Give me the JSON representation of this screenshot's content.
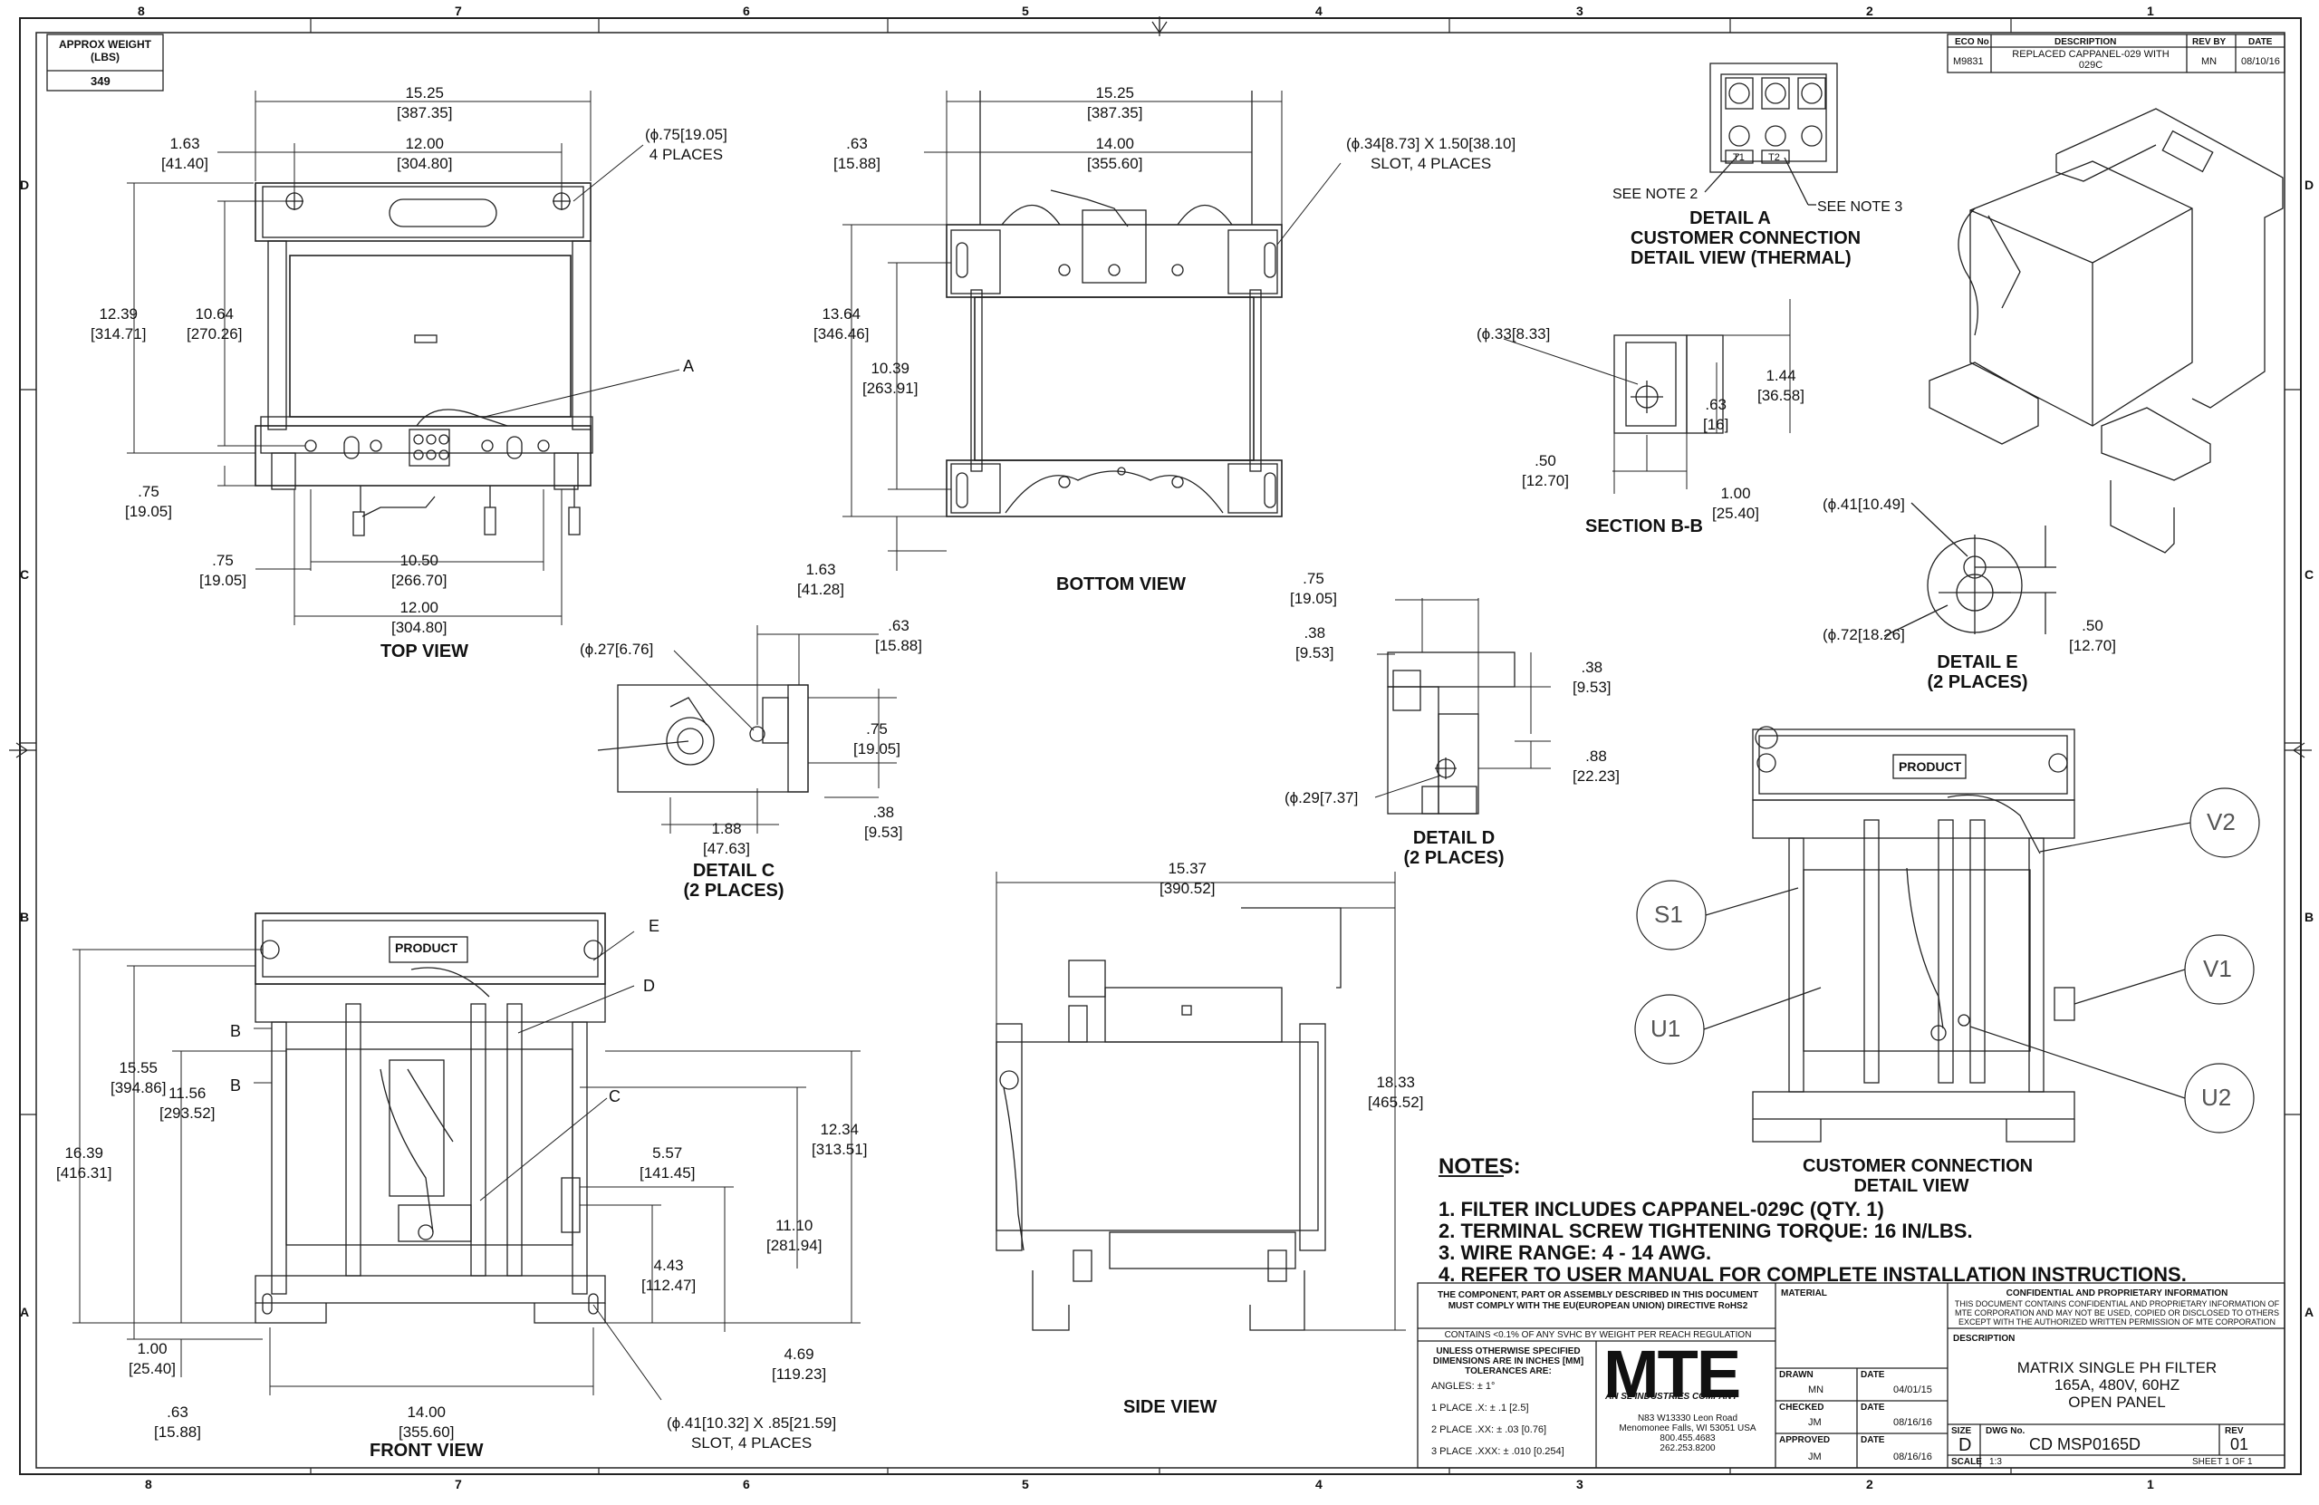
{
  "zones": {
    "columns": [
      "8",
      "7",
      "6",
      "5",
      "4",
      "3",
      "2",
      "1"
    ],
    "rows": [
      "D",
      "C",
      "B",
      "A"
    ]
  },
  "weight_box": {
    "title": "APPROX WEIGHT (LBS)",
    "value": "349"
  },
  "revision": {
    "headers": [
      "ECO No",
      "DESCRIPTION",
      "REV BY",
      "DATE"
    ],
    "row": [
      "M9831",
      "REPLACED CAPPANEL-029 WITH 029C",
      "MN",
      "08/10/16"
    ]
  },
  "views": {
    "top": "TOP VIEW",
    "bottom": "BOTTOM VIEW",
    "front": "FRONT VIEW",
    "side": "SIDE VIEW",
    "detail_a": [
      "DETAIL A",
      "CUSTOMER CONNECTION",
      "DETAIL VIEW (THERMAL)"
    ],
    "section_bb": "SECTION B-B",
    "detail_c": [
      "DETAIL C",
      "(2 PLACES)"
    ],
    "detail_d": [
      "DETAIL D",
      "(2 PLACES)"
    ],
    "detail_e": [
      "DETAIL E",
      "(2 PLACES)"
    ],
    "customer_conn": [
      "CUSTOMER CONNECTION",
      "DETAIL VIEW"
    ]
  },
  "detail_a_notes": {
    "note2": "SEE NOTE 2",
    "note3": "SEE NOTE 3",
    "t1": "T1",
    "t2": "T2"
  },
  "callouts": {
    "A": "A",
    "B": "B",
    "C": "C",
    "D": "D",
    "E": "E"
  },
  "product_label": "PRODUCT",
  "terminals": {
    "s1": "S1",
    "u1": "U1",
    "v1": "V1",
    "v2": "V2",
    "u2": "U2"
  },
  "dims": {
    "top_w1": [
      "15.25",
      "[387.35]"
    ],
    "top_w2": [
      "12.00",
      "[304.80]"
    ],
    "top_163": [
      "1.63",
      "[41.40]"
    ],
    "top_hole": [
      "(ϕ.75[19.05]",
      "4 PLACES"
    ],
    "top_h1": [
      "12.39",
      "[314.71]"
    ],
    "top_h2": [
      "10.64",
      "[270.26]"
    ],
    "top_075a": [
      ".75",
      "[19.05]"
    ],
    "top_075b": [
      ".75",
      "[19.05]"
    ],
    "top_1050": [
      "10.50",
      "[266.70]"
    ],
    "top_1200": [
      "12.00",
      "[304.80]"
    ],
    "bot_w1": [
      "15.25",
      "[387.35]"
    ],
    "bot_w2": [
      "14.00",
      "[355.60]"
    ],
    "bot_063": [
      ".63",
      "[15.88]"
    ],
    "bot_slot": [
      "(ϕ.34[8.73] X 1.50[38.10]",
      "SLOT, 4 PLACES"
    ],
    "bot_h1": [
      "13.64",
      "[346.46]"
    ],
    "bot_h2": [
      "10.39",
      "[263.91]"
    ],
    "bot_163": [
      "1.63",
      "[41.28]"
    ],
    "sbb_hole": [
      "(ϕ.33[8.33]"
    ],
    "sbb_144": [
      "1.44",
      "[36.58]"
    ],
    "sbb_063": [
      ".63",
      "[16]"
    ],
    "sbb_050": [
      ".50",
      "[12.70]"
    ],
    "sbb_100": [
      "1.00",
      "[25.40]"
    ],
    "de_041": [
      "(ϕ.41[10.49]"
    ],
    "de_072": [
      "(ϕ.72[18.26]"
    ],
    "de_050": [
      ".50",
      "[12.70]"
    ],
    "dc_027": [
      "(ϕ.27[6.76]"
    ],
    "dc_063": [
      ".63",
      "[15.88]"
    ],
    "dc_075": [
      ".75",
      "[19.05]"
    ],
    "dc_038": [
      ".38",
      "[9.53]"
    ],
    "dc_188": [
      "1.88",
      "[47.63]"
    ],
    "dd_075": [
      ".75",
      "[19.05]"
    ],
    "dd_038a": [
      ".38",
      "[9.53]"
    ],
    "dd_038b": [
      ".38",
      "[9.53]"
    ],
    "dd_088": [
      ".88",
      "[22.23]"
    ],
    "dd_029": [
      "(ϕ.29[7.37]"
    ],
    "fr_1639": [
      "16.39",
      "[416.31]"
    ],
    "fr_1555": [
      "15.55",
      "[394.86]"
    ],
    "fr_1156": [
      "11.56",
      "[293.52]"
    ],
    "fr_557": [
      "5.57",
      "[141.45]"
    ],
    "fr_443": [
      "4.43",
      "[112.47]"
    ],
    "fr_1234": [
      "12.34",
      "[313.51]"
    ],
    "fr_1110": [
      "11.10",
      "[281.94]"
    ],
    "fr_469": [
      "4.69",
      "[119.23]"
    ],
    "fr_100": [
      "1.00",
      "[25.40]"
    ],
    "fr_063": [
      ".63",
      "[15.88]"
    ],
    "fr_1400": [
      "14.00",
      "[355.60]"
    ],
    "fr_slot": [
      "(ϕ.41[10.32] X .85[21.59]",
      "SLOT, 4 PLACES"
    ],
    "sd_1537": [
      "15.37",
      "[390.52]"
    ],
    "sd_1833": [
      "18.33",
      "[465.52]"
    ]
  },
  "notes": {
    "title": "NOTES:",
    "items": [
      "1.  FILTER INCLUDES CAPPANEL-029C (QTY. 1)",
      "2.  TERMINAL SCREW TIGHTENING TORQUE: 16 IN/LBS.",
      "3.  WIRE RANGE: 4 - 14 AWG.",
      "4.  REFER TO USER MANUAL FOR COMPLETE INSTALLATION INSTRUCTIONS."
    ]
  },
  "title_block": {
    "rohs": "THE COMPONENT, PART OR ASSEMBLY DESCRIBED IN THIS DOCUMENT MUST COMPLY WITH THE EU(EUROPEAN UNION) DIRECTIVE RoHS2",
    "reach": "CONTAINS <0.1% OF ANY SVHC BY WEIGHT PER REACH REGULATION",
    "tol_head": "UNLESS OTHERWISE SPECIFIED DIMENSIONS ARE IN INCHES [MM] TOLERANCES ARE:",
    "tol": [
      "ANGLES: ± 1°",
      "1 PLACE .X: ± .1 [2.5]",
      "2 PLACE .XX: ± .03 [0.76]",
      "3 PLACE .XXX: ± .010 [0.254]"
    ],
    "logo": "MTE",
    "logo_sub": "AN SL INDUSTRIES COMPANY",
    "address": [
      "N83 W13330 Leon Road",
      "Menomonee Falls, WI 53051 USA",
      "800.455.4683",
      "262.253.8200"
    ],
    "material": "MATERIAL",
    "drawn": "DRAWN",
    "drawn_by": "MN",
    "drawn_date": "04/01/15",
    "checked": "CHECKED",
    "checked_by": "JM",
    "checked_date": "08/16/16",
    "approved": "APPROVED",
    "approved_by": "JM",
    "approved_date": "08/16/16",
    "date": "DATE",
    "conf_title": "CONFIDENTIAL AND PROPRIETARY INFORMATION",
    "conf_text": "THIS DOCUMENT CONTAINS CONFIDENTIAL AND PROPRIETARY INFORMATION OF MTE CORPORATION AND MAY NOT BE USED, COPIED OR DISCLOSED TO OTHERS EXCEPT WITH THE AUTHORIZED WRITTEN PERMISSION OF MTE CORPORATION",
    "description": "DESCRIPTION",
    "desc_lines": [
      "MATRIX SINGLE PH FILTER",
      "165A, 480V, 60HZ",
      "OPEN PANEL"
    ],
    "size_lbl": "SIZE",
    "size": "D",
    "dwg_lbl": "DWG No.",
    "dwg": "CD MSP0165D",
    "rev_lbl": "REV",
    "rev": "01",
    "scale_lbl": "SCALE",
    "scale": "1:3",
    "sheet": "SHEET 1  OF 1"
  }
}
